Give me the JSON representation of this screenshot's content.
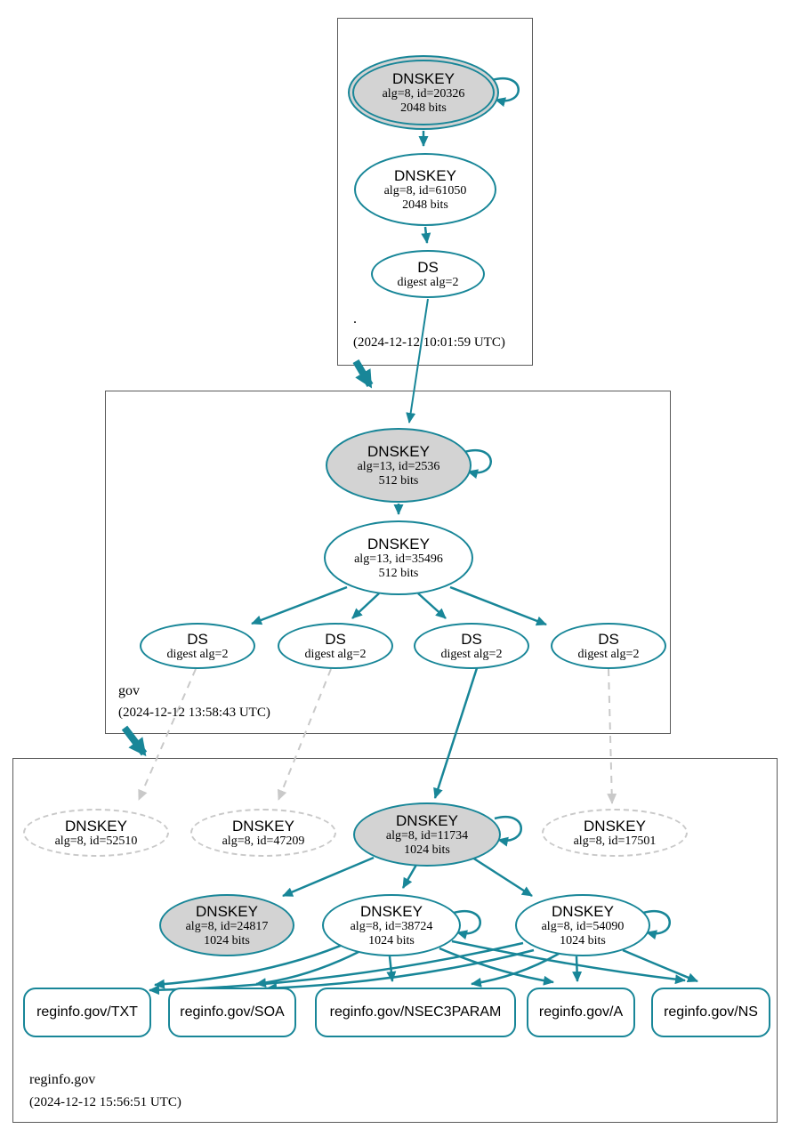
{
  "diagram_type": "dnssec-authentication-chain",
  "colors": {
    "edge_teal": "#188698",
    "node_fill_gray": "#d3d3d3",
    "inactive_dashed_gray": "#c9c9c9",
    "zone_box_border": "#5a5a5a"
  },
  "zones": {
    "root": {
      "label": ".",
      "timestamp": "(2024-12-12 10:01:59 UTC)"
    },
    "gov": {
      "label": "gov",
      "timestamp": "(2024-12-12 13:58:43 UTC)"
    },
    "reginfo": {
      "label": "reginfo.gov",
      "timestamp": "(2024-12-12 15:56:51 UTC)"
    }
  },
  "nodes": {
    "root_ksk": {
      "type": "DNSKEY",
      "detail": "alg=8, id=20326",
      "bits": "2048 bits"
    },
    "root_zsk": {
      "type": "DNSKEY",
      "detail": "alg=8, id=61050",
      "bits": "2048 bits"
    },
    "root_ds": {
      "type": "DS",
      "detail": "digest alg=2"
    },
    "gov_ksk": {
      "type": "DNSKEY",
      "detail": "alg=13, id=2536",
      "bits": "512 bits"
    },
    "gov_zsk": {
      "type": "DNSKEY",
      "detail": "alg=13, id=35496",
      "bits": "512 bits"
    },
    "gov_ds1": {
      "type": "DS",
      "detail": "digest alg=2"
    },
    "gov_ds2": {
      "type": "DS",
      "detail": "digest alg=2"
    },
    "gov_ds3": {
      "type": "DS",
      "detail": "digest alg=2"
    },
    "gov_ds4": {
      "type": "DS",
      "detail": "digest alg=2"
    },
    "reginfo_key_52510": {
      "type": "DNSKEY",
      "detail": "alg=8, id=52510"
    },
    "reginfo_key_47209": {
      "type": "DNSKEY",
      "detail": "alg=8, id=47209"
    },
    "reginfo_ksk_11734": {
      "type": "DNSKEY",
      "detail": "alg=8, id=11734",
      "bits": "1024 bits"
    },
    "reginfo_key_17501": {
      "type": "DNSKEY",
      "detail": "alg=8, id=17501"
    },
    "reginfo_key_24817": {
      "type": "DNSKEY",
      "detail": "alg=8, id=24817",
      "bits": "1024 bits"
    },
    "reginfo_zsk_38724": {
      "type": "DNSKEY",
      "detail": "alg=8, id=38724",
      "bits": "1024 bits"
    },
    "reginfo_zsk_54090": {
      "type": "DNSKEY",
      "detail": "alg=8, id=54090",
      "bits": "1024 bits"
    }
  },
  "rrsets": {
    "txt": {
      "label": "reginfo.gov/TXT"
    },
    "soa": {
      "label": "reginfo.gov/SOA"
    },
    "nsec3param": {
      "label": "reginfo.gov/NSEC3PARAM"
    },
    "a": {
      "label": "reginfo.gov/A"
    },
    "ns": {
      "label": "reginfo.gov/NS"
    }
  }
}
